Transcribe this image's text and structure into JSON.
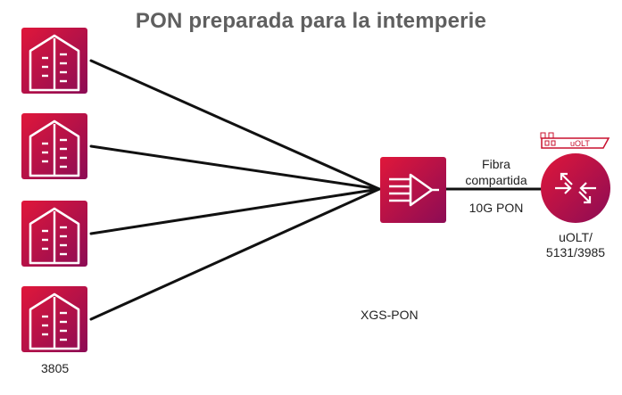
{
  "title": "PON preparada para la intemperie",
  "colors": {
    "gradient_start": "#e0173a",
    "gradient_end": "#8c0c55",
    "line": "#111111",
    "icon_stroke": "#ffffff",
    "title_text": "#5f5f5f",
    "label_text": "#222222"
  },
  "labels": {
    "fiber_line1": "Fibra",
    "fiber_line2": "compartida",
    "fiber_speed": "10G PON",
    "olt_line1": "uOLT/",
    "olt_line2": "5131/3985",
    "olt_badge": "uOLT",
    "technology": "XGS-PON",
    "ont_model": "3805"
  },
  "icons": {
    "ont": "house-icon",
    "splitter": "splitter-icon",
    "router": "router-icon",
    "olt_module": "olt-module-icon"
  }
}
